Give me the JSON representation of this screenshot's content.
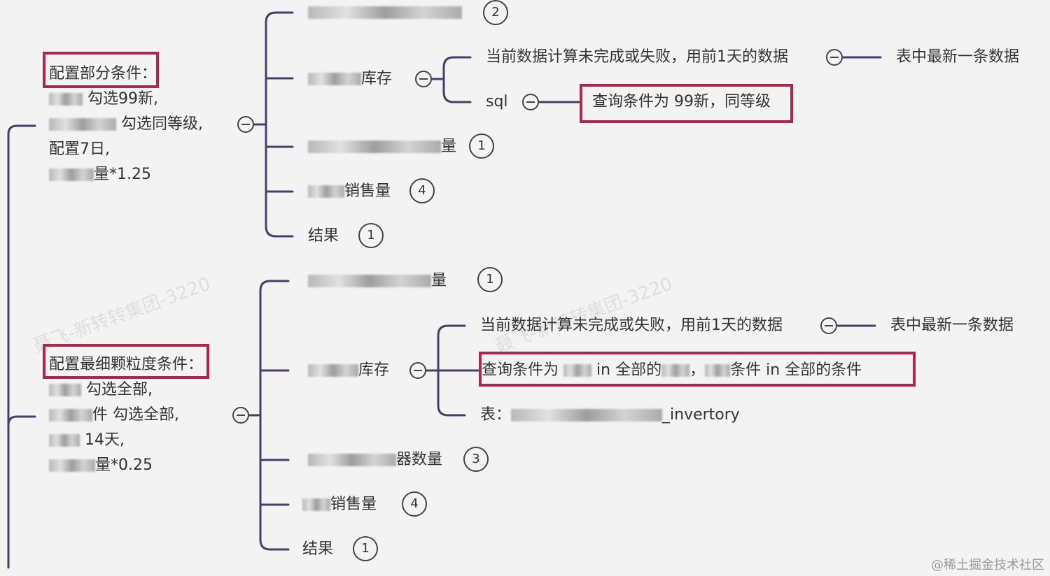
{
  "group1": {
    "title": "配置部分条件：",
    "lines": [
      "勾选99新,",
      "勾选同等级,",
      "配置7日,",
      "量*1.25"
    ],
    "children": [
      {
        "label": "",
        "badge": "2"
      },
      {
        "label": "库存",
        "badge": ""
      },
      {
        "label": "量",
        "badge": "1"
      },
      {
        "label": "销售量",
        "badge": "4"
      },
      {
        "label": "结果",
        "badge": "1"
      }
    ],
    "stock_children": {
      "calc": "当前数据计算未完成或失败，用前1天的数据",
      "calc_target": "表中最新一条数据",
      "sql": "sql",
      "sql_target": "查询条件为 99新，同等级"
    }
  },
  "group2": {
    "title": "配置最细颗粒度条件：",
    "lines": [
      "勾选全部,",
      "件 勾选全部,",
      "14天,",
      "量*0.25"
    ],
    "children": [
      {
        "label": "量",
        "badge": "1"
      },
      {
        "label": "库存",
        "badge": ""
      },
      {
        "label": "器数量",
        "badge": "3"
      },
      {
        "label": "销售量",
        "badge": "4"
      },
      {
        "label": "结果",
        "badge": "1"
      }
    ],
    "stock_children": {
      "calc": "当前数据计算未完成或失败，用前1天的数据",
      "calc_target": "表中最新一条数据",
      "query_a": "查询条件为",
      "query_b": "in 全部的",
      "query_c": "条件 in 全部的条件",
      "table_prefix": "表：",
      "table_suffix": "_invertory"
    }
  },
  "watermark": "聂飞-新转转集团-3220",
  "credit": "@稀土掘金技术社区",
  "colors": {
    "line": "#4a3d6b",
    "highlight": "#b0254e"
  }
}
